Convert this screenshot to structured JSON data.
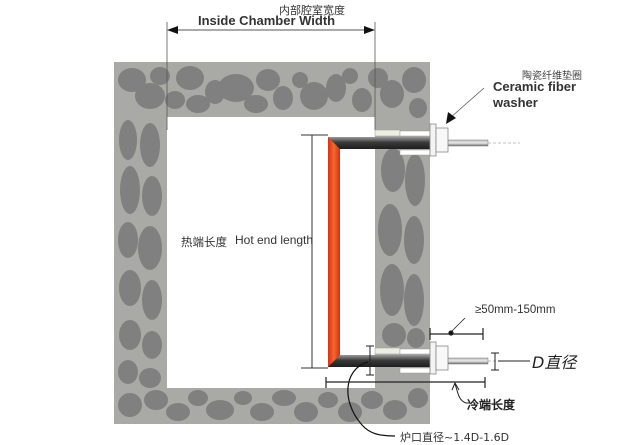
{
  "labels": {
    "width_cn": "内部腔室宽度",
    "width_en": "Inside Chamber Width",
    "washer_cn": "陶瓷纤维垫圈",
    "washer_en_line1": "Ceramic fiber",
    "washer_en_line2": "washer",
    "hot_end_cn": "热端长度",
    "hot_end_en": "Hot end length",
    "gap": "≥50mm-150mm",
    "diameter": "D直径",
    "cold_end": "冷端长度",
    "opening": "炉口直径~1.4D-1.6D"
  },
  "colors": {
    "wall_base": "#a9aaa5",
    "stone": "#808080",
    "hot_zone": "#e8401c",
    "rod": "#4a4a4a",
    "washer": "#eceee0",
    "line": "#222222"
  }
}
